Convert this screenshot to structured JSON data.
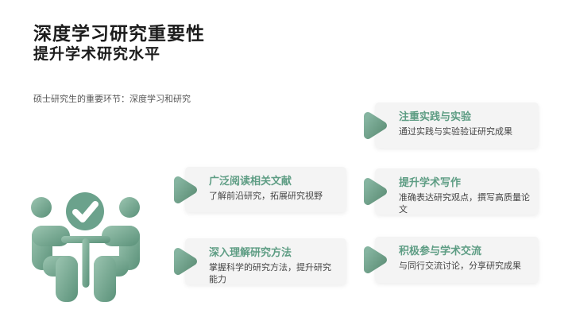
{
  "slide": {
    "title_line1": "深度学习研究重要性",
    "title_line2": "提升学术研究水平",
    "caption": "硕士研究生的重要环节：深度学习和研究",
    "colors": {
      "card_bg": "#f4f4f4",
      "heading_text": "#1c1c1c",
      "card_title_green": "#5e9d84",
      "arrow_green_light": "#85b4a0",
      "arrow_green_dark": "#5f9078",
      "icon_green_light": "#9cc5b1",
      "icon_green_dark": "#5a9179",
      "desc_text": "#454545"
    },
    "icons": {
      "hero": "meeting-approval-icon",
      "bullet": "play-arrow-icon"
    },
    "cards": [
      {
        "title": "注重实践与实验",
        "desc": "通过实践与实验验证研究成果"
      },
      {
        "title": "广泛阅读相关文献",
        "desc": "了解前沿研究，拓展研究视野"
      },
      {
        "title": "提升学术写作",
        "desc": "准确表达研究观点，撰写高质量论文"
      },
      {
        "title": "深入理解研究方法",
        "desc": "掌握科学的研究方法，提升研究能力"
      },
      {
        "title": "积极参与学术交流",
        "desc": "与同行交流讨论，分享研究成果"
      }
    ]
  }
}
